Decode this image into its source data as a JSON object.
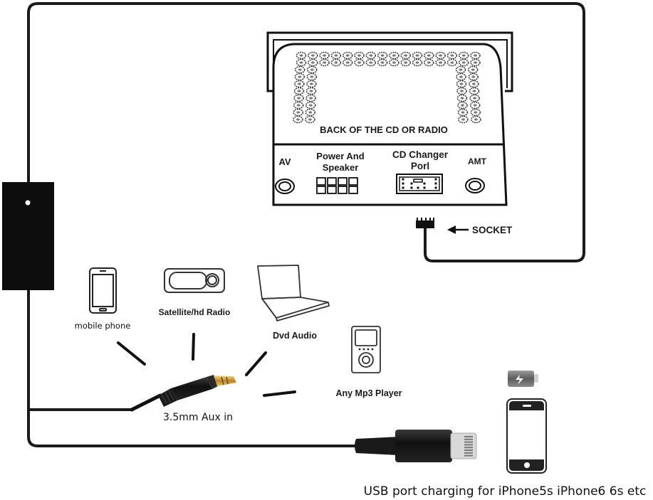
{
  "radio_unit": {
    "title": "BACK OF THE CD OR RADIO",
    "ports": {
      "av": "AV",
      "power_line1": "Power And",
      "power_line2": "Speaker",
      "cd_line1": "CD Changer",
      "cd_line2": "Porl",
      "amt": "AMT"
    }
  },
  "socket_label": "SOCKET",
  "sources": {
    "mobile_phone": "mobile phone",
    "satellite_radio": "Satellite/hd Radio",
    "dvd_audio": "Dvd Audio",
    "mp3_player": "Any Mp3 Player"
  },
  "aux_label": "3.5mm Aux in",
  "usb_caption": "USB port charging for iPhone5s iPhone6 6s etc",
  "icons": {
    "module": "adapter-module-box",
    "battery": "battery-charging-icon",
    "iphone": "iphone-icon",
    "lightning": "lightning-connector",
    "aux_jack": "aux-jack-3-5mm"
  },
  "colors": {
    "line": "#1a1a1a",
    "module": "#0d0d0d",
    "gold": "#c9a24a",
    "battery": "#7a7a7a"
  }
}
